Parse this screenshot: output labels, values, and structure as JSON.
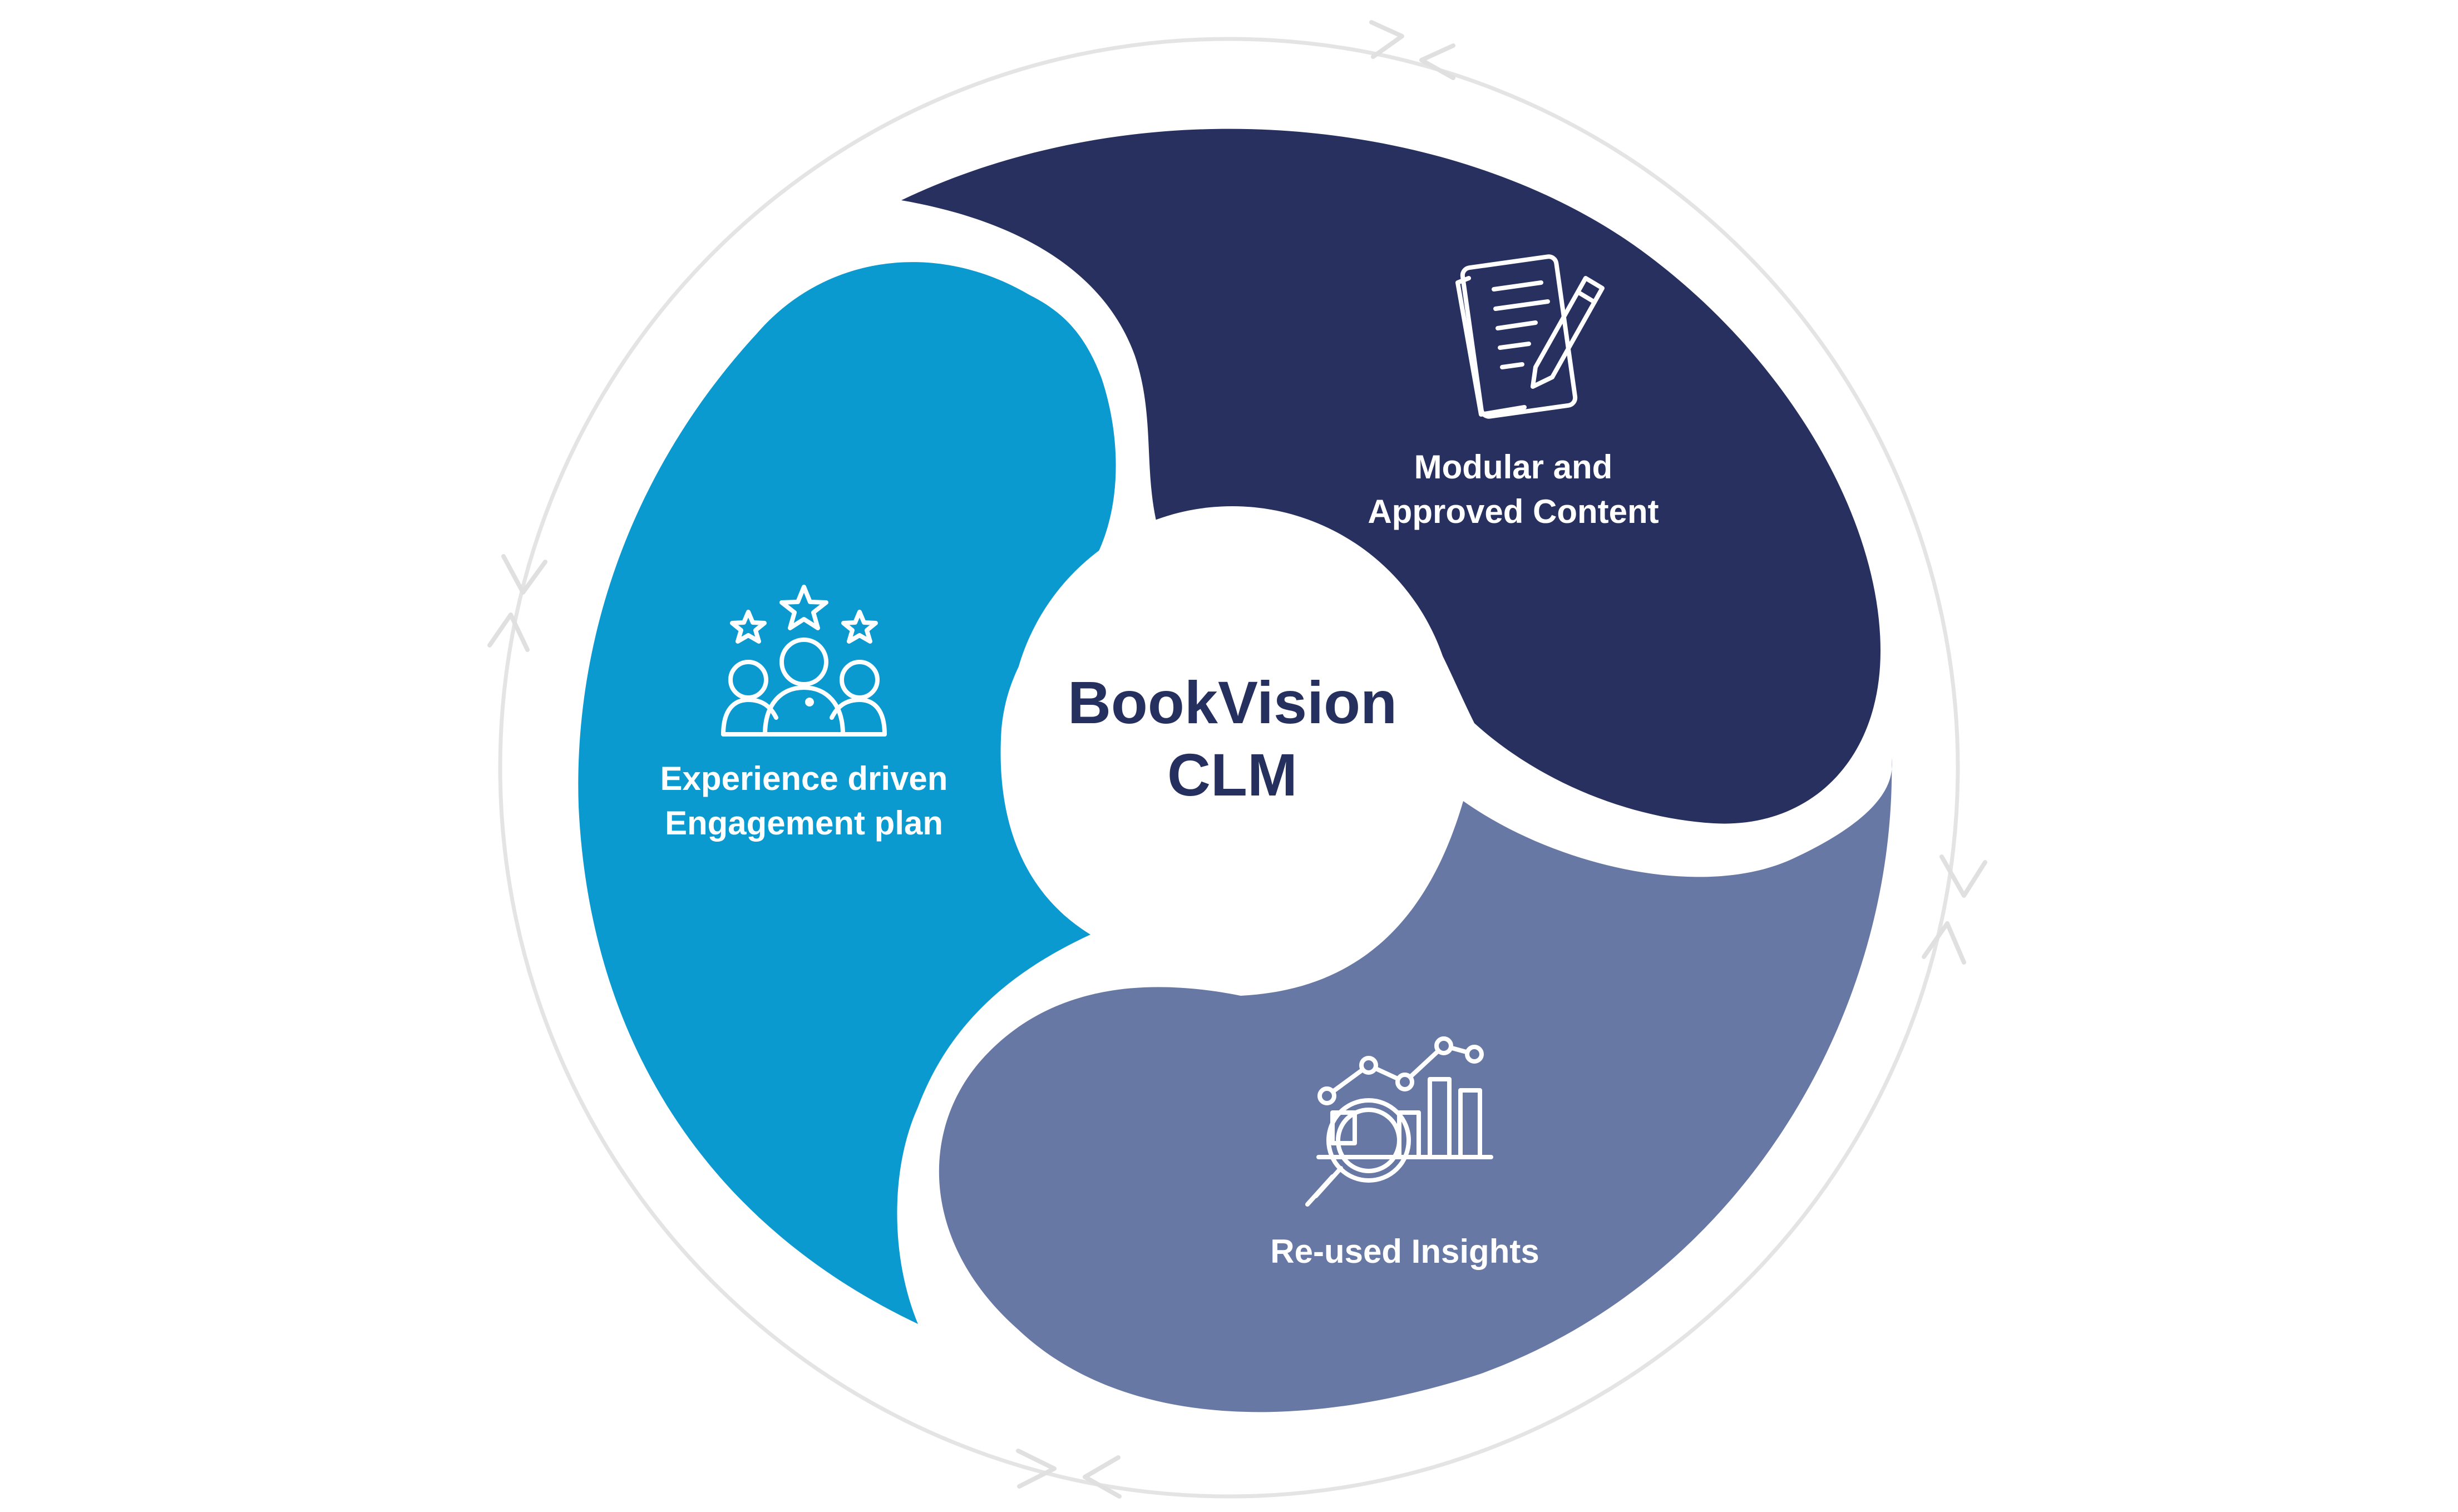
{
  "center": {
    "line1": "BookVision",
    "line2": "CLM"
  },
  "segments": [
    {
      "id": "engagement",
      "line1": "Experience driven",
      "line2": "Engagement plan",
      "color": "#0a9acf",
      "icon": "people-stars-icon"
    },
    {
      "id": "content",
      "line1": "Modular and",
      "line2": "Approved Content",
      "color": "#27305e",
      "icon": "document-pencil-icon"
    },
    {
      "id": "insights",
      "line1": "Re-used Insights",
      "color": "#6878a5",
      "icon": "analytics-magnifier-icon"
    }
  ],
  "ring_color": "#e4e4e4"
}
